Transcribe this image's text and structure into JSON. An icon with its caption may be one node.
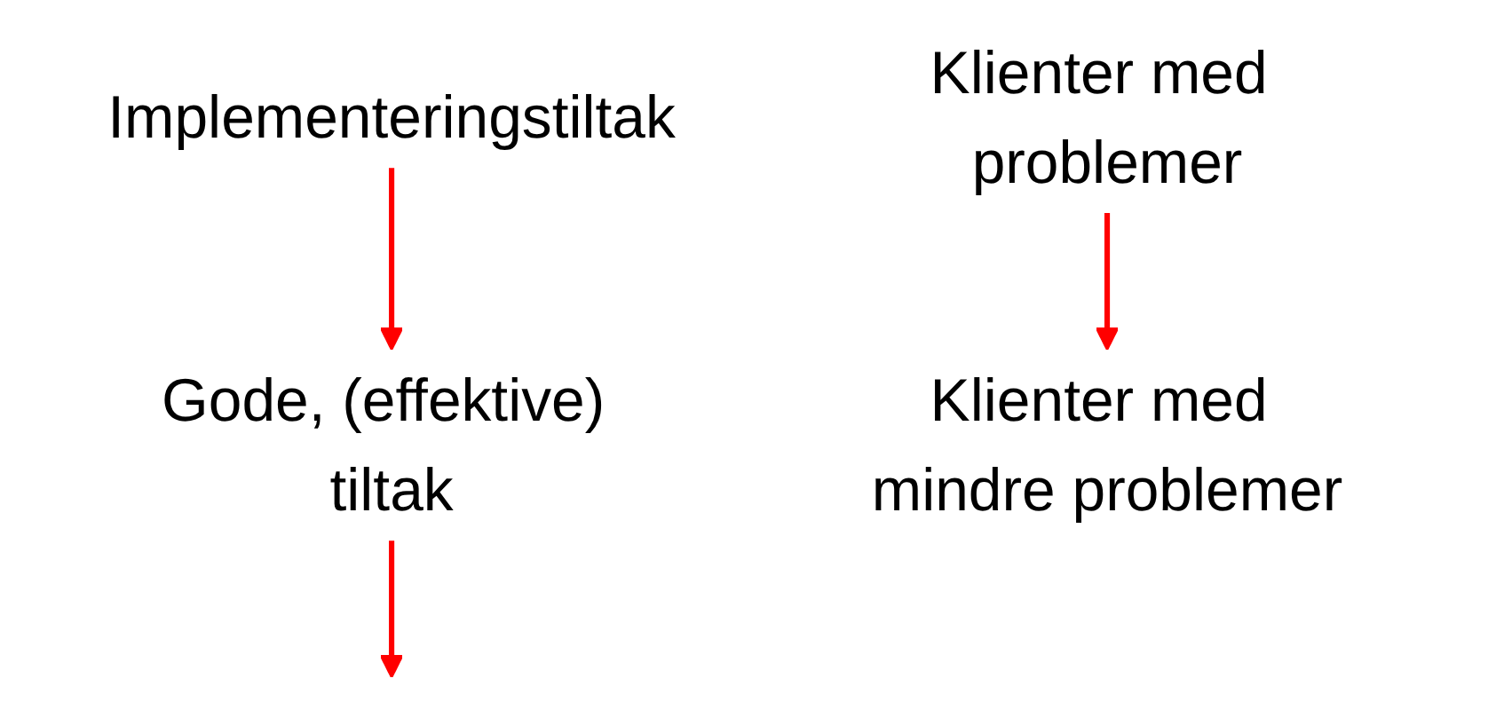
{
  "diagram": {
    "nodes": [
      {
        "text": [
          "Implementeringstiltak"
        ]
      },
      {
        "text": [
          "Gode, (effektive) tiltak"
        ]
      },
      {
        "text": [
          "Klienter med problemer"
        ]
      },
      {
        "text": [
          "Klienter med mindre problemer"
        ]
      }
    ],
    "edges": [
      {
        "from": 0,
        "to": 1,
        "arrow": "to",
        "color": "#ff0000"
      },
      {
        "from": 1,
        "to": null,
        "arrow": "to",
        "color": "#ff0000"
      },
      {
        "from": 2,
        "to": 3,
        "arrow": "to",
        "color": "#ff0000"
      }
    ]
  }
}
